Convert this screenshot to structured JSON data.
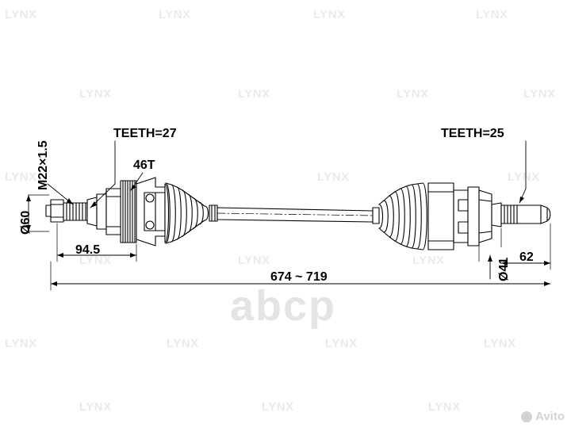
{
  "diagram": {
    "title": "CV joint drive shaft technical drawing",
    "labels": {
      "teeth_left": "TEETH=27",
      "teeth_right": "TEETH=25",
      "abs_ring": "46T",
      "thread": "M22×1.5",
      "diameter_left": "Ø60",
      "dim_left": "94.5",
      "dim_total": "674 ~ 719",
      "diameter_right": "Ø41",
      "dim_right": "62"
    }
  },
  "watermarks": {
    "brand": "LYNX",
    "site": "abcp",
    "marketplace": "Avito"
  }
}
